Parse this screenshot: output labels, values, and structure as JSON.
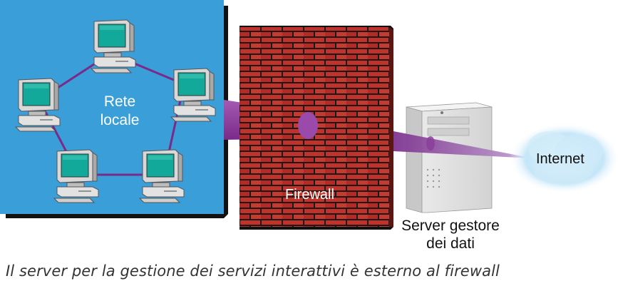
{
  "diagram": {
    "lan_label_line1": "Rete",
    "lan_label_line2": "locale",
    "firewall_label": "Firewall",
    "server_label_line1": "Server gestore",
    "server_label_line2": "dei dati",
    "internet_label": "Internet",
    "colors": {
      "lan_panel": "#3a9fd8",
      "lan_panel_shadow": "#1a1a1a",
      "network_link": "#7a2a8a",
      "data_pipe": "#8e3f9e",
      "brick": "#c0322a",
      "cloud": "#bfe3f7",
      "monitor_screen": "#12a89a"
    },
    "icons": [
      "computer-icon",
      "server-tower-icon",
      "cloud-icon",
      "brick-wall"
    ]
  },
  "caption": "Il server per la gestione dei servizi interattivi è esterno al firewall"
}
